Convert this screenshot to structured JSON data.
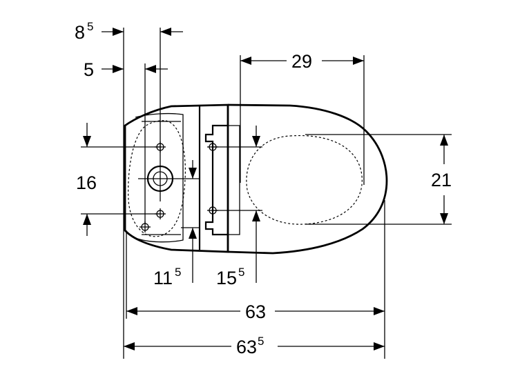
{
  "dimensions": {
    "d8_5": {
      "main": "8",
      "sup": "5"
    },
    "d5": {
      "main": "5"
    },
    "d29": {
      "main": "29"
    },
    "d16": {
      "main": "16"
    },
    "d21": {
      "main": "21"
    },
    "d11_5": {
      "main": "11",
      "sup": "5"
    },
    "d15_5": {
      "main": "15",
      "sup": "5"
    },
    "d63": {
      "main": "63"
    },
    "d63_5": {
      "main": "63",
      "sup": "5"
    }
  }
}
